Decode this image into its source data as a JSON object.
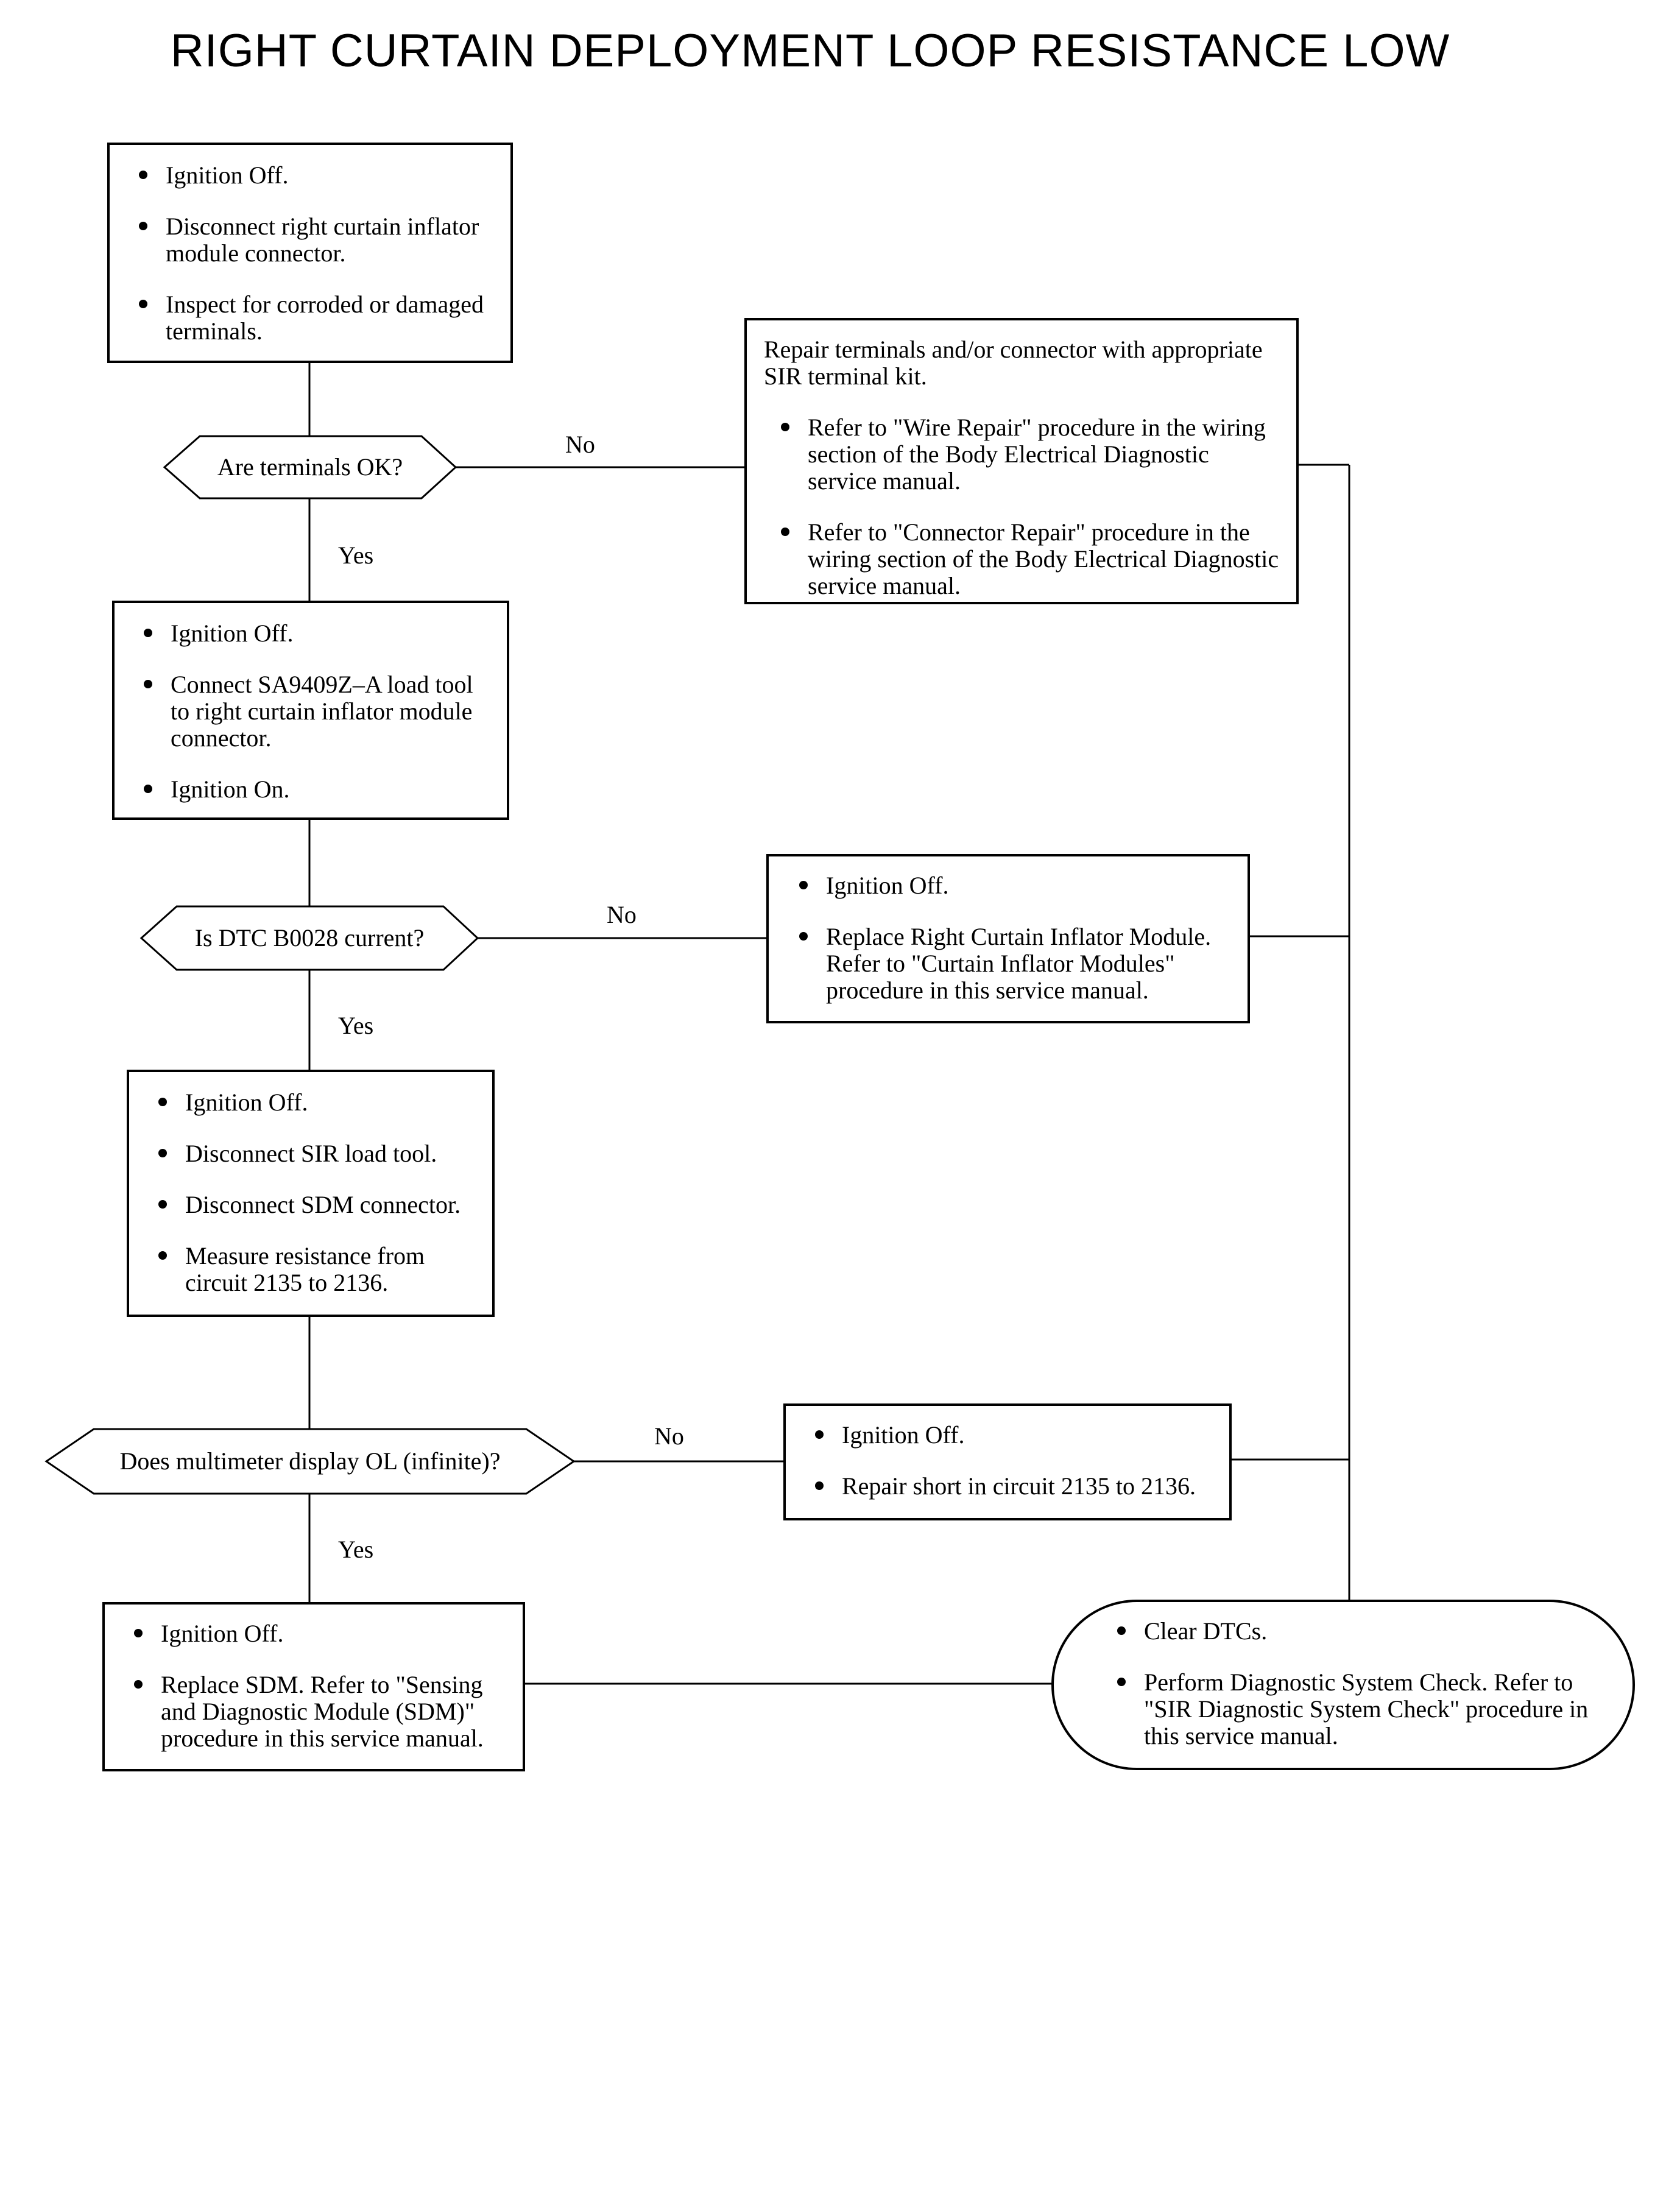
{
  "title": "RIGHT CURTAIN DEPLOYMENT LOOP RESISTANCE LOW",
  "steps": {
    "step1": [
      "Ignition Off.",
      "Disconnect right curtain inflator module connector.",
      "Inspect for corroded or damaged terminals."
    ],
    "step2": [
      "Ignition Off.",
      "Connect SA9409Z–A load tool to right curtain inflator module connector.",
      "Ignition On."
    ],
    "step3": [
      "Ignition Off.",
      "Disconnect SIR load tool.",
      "Disconnect SDM connector.",
      "Measure resistance from circuit 2135 to 2136."
    ],
    "step4": [
      "Ignition Off.",
      "Replace SDM.  Refer to \"Sensing and Diagnostic Module (SDM)\" procedure in this service manual."
    ]
  },
  "decisions": {
    "d1": "Are terminals OK?",
    "d2": "Is DTC B0028 current?",
    "d3": "Does multimeter display OL (infinite)?"
  },
  "repairs": {
    "r1_lead": "Repair terminals and/or connector with appropriate SIR terminal kit.",
    "r1": [
      "Refer to \"Wire Repair\" procedure in the wiring section of the Body Electrical Diagnostic service manual.",
      "Refer to \"Connector Repair\" procedure in the wiring section of the Body Electrical Diagnostic service manual."
    ],
    "r2": [
      "Ignition Off.",
      "Replace Right Curtain Inflator Module. Refer to \"Curtain Inflator Modules\" procedure in this service manual."
    ],
    "r3": [
      "Ignition Off.",
      "Repair short in circuit 2135 to 2136."
    ]
  },
  "final": [
    "Clear DTCs.",
    "Perform Diagnostic System Check. Refer to \"SIR Diagnostic System Check\" procedure in this service manual."
  ],
  "edge_labels": {
    "yes": "Yes",
    "no": "No"
  }
}
